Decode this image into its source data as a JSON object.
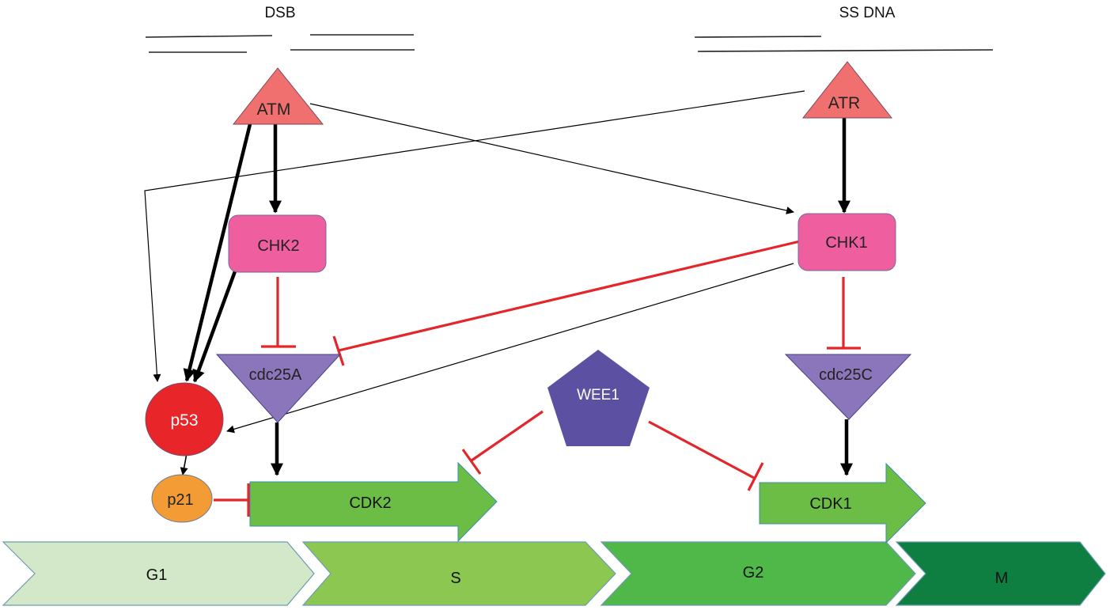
{
  "diagram": {
    "title": "DNA damage response and cell cycle checkpoint pathway",
    "damage_labels": {
      "dsb": "DSB",
      "ssdna": "SS DNA"
    },
    "nodes": {
      "atm": "ATM",
      "atr": "ATR",
      "chk2": "CHK2",
      "chk1": "CHK1",
      "cdc25a": "cdc25A",
      "cdc25c": "cdc25C",
      "p53": "p53",
      "p21": "p21",
      "wee1": "WEE1",
      "cdk2": "CDK2",
      "cdk1": "CDK1"
    },
    "phases": [
      "G1",
      "S",
      "G2",
      "M"
    ],
    "edges": [
      {
        "from": "ATM",
        "to": "CHK2",
        "type": "activation"
      },
      {
        "from": "ATM",
        "to": "p53",
        "type": "activation"
      },
      {
        "from": "ATM",
        "to": "CHK1",
        "type": "activation"
      },
      {
        "from": "ATR",
        "to": "CHK1",
        "type": "activation"
      },
      {
        "from": "ATR",
        "to": "p53",
        "type": "activation"
      },
      {
        "from": "CHK2",
        "to": "p53",
        "type": "activation"
      },
      {
        "from": "CHK2",
        "to": "cdc25A",
        "type": "inhibition"
      },
      {
        "from": "CHK1",
        "to": "cdc25A",
        "type": "inhibition"
      },
      {
        "from": "CHK1",
        "to": "cdc25C",
        "type": "inhibition"
      },
      {
        "from": "CHK1",
        "to": "p53",
        "type": "activation"
      },
      {
        "from": "p53",
        "to": "p21",
        "type": "activation"
      },
      {
        "from": "p21",
        "to": "CDK2",
        "type": "inhibition"
      },
      {
        "from": "cdc25A",
        "to": "CDK2",
        "type": "activation"
      },
      {
        "from": "cdc25C",
        "to": "CDK1",
        "type": "activation"
      },
      {
        "from": "WEE1",
        "to": "CDK2",
        "type": "inhibition"
      },
      {
        "from": "WEE1",
        "to": "CDK1",
        "type": "inhibition"
      }
    ],
    "colors": {
      "kinase_triangle": "#f07070",
      "chk_box": "#ef5fa0",
      "cdc25": "#8c76bb",
      "p53": "#e8262a",
      "p21": "#f39c35",
      "wee1": "#5b50a2",
      "cdk": "#6bbd45",
      "inhibit": "#e3262b",
      "phase_g1": "#d3e8c8",
      "phase_s": "#8bc751",
      "phase_g2": "#4fb849",
      "phase_m": "#0f7f41"
    }
  }
}
